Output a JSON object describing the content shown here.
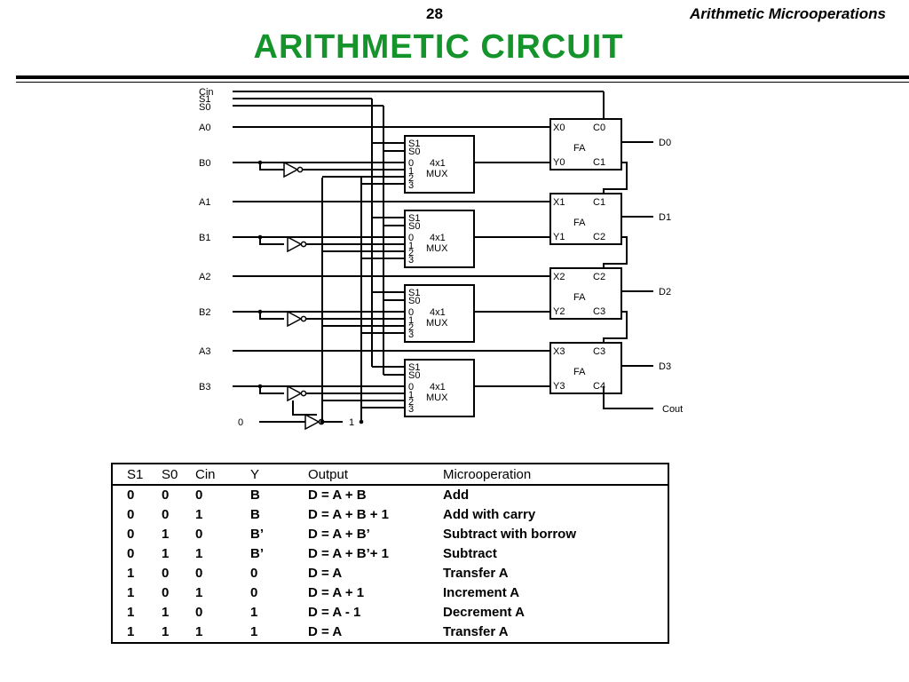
{
  "header": {
    "slide_number": "28",
    "section": "Arithmetic Microoperations",
    "title": "ARITHMETIC  CIRCUIT"
  },
  "diagram": {
    "control_inputs": [
      "Cin",
      "S1",
      "S0"
    ],
    "stages": [
      {
        "a": "A0",
        "b": "B0",
        "mux_sel": [
          "S1",
          "S0"
        ],
        "mux_inputs": [
          "0",
          "1",
          "2",
          "3"
        ],
        "mux_name": "4x1",
        "mux_type": "MUX",
        "fa_x": "X0",
        "fa_y": "Y0",
        "fa_cin": "C0",
        "fa_cout": "C1",
        "fa_name": "FA",
        "out": "D0"
      },
      {
        "a": "A1",
        "b": "B1",
        "mux_sel": [
          "S1",
          "S0"
        ],
        "mux_inputs": [
          "0",
          "1",
          "2",
          "3"
        ],
        "mux_name": "4x1",
        "mux_type": "MUX",
        "fa_x": "X1",
        "fa_y": "Y1",
        "fa_cin": "C1",
        "fa_cout": "C2",
        "fa_name": "FA",
        "out": "D1"
      },
      {
        "a": "A2",
        "b": "B2",
        "mux_sel": [
          "S1",
          "S0"
        ],
        "mux_inputs": [
          "0",
          "1",
          "2",
          "3"
        ],
        "mux_name": "4x1",
        "mux_type": "MUX",
        "fa_x": "X2",
        "fa_y": "Y2",
        "fa_cin": "C2",
        "fa_cout": "C3",
        "fa_name": "FA",
        "out": "D2"
      },
      {
        "a": "A3",
        "b": "B3",
        "mux_sel": [
          "S1",
          "S0"
        ],
        "mux_inputs": [
          "0",
          "1",
          "2",
          "3"
        ],
        "mux_name": "4x1",
        "mux_type": "MUX",
        "fa_x": "X3",
        "fa_y": "Y3",
        "fa_cin": "C3",
        "fa_cout": "C4",
        "fa_name": "FA",
        "out": "D3"
      }
    ],
    "carry_out": "Cout",
    "const_zero": "0",
    "const_one": "1"
  },
  "table": {
    "headers": [
      "S1",
      "S0",
      "Cin",
      "Y",
      "Output",
      "Microoperation"
    ],
    "rows": [
      [
        "0",
        "0",
        "0",
        "B",
        "D = A + B",
        "Add"
      ],
      [
        "0",
        "0",
        "1",
        "B",
        "D = A + B + 1",
        "Add with carry"
      ],
      [
        "0",
        "1",
        "0",
        "B’",
        "D = A + B’",
        "Subtract with borrow"
      ],
      [
        "0",
        "1",
        "1",
        "B’",
        "D = A + B’+ 1",
        "Subtract"
      ],
      [
        "1",
        "0",
        "0",
        "0",
        "D = A",
        "Transfer A"
      ],
      [
        "1",
        "0",
        "1",
        "0",
        "D = A + 1",
        "Increment A"
      ],
      [
        "1",
        "1",
        "0",
        "1",
        "D = A - 1",
        "Decrement A"
      ],
      [
        "1",
        "1",
        "1",
        "1",
        "D = A",
        "Transfer A"
      ]
    ]
  }
}
